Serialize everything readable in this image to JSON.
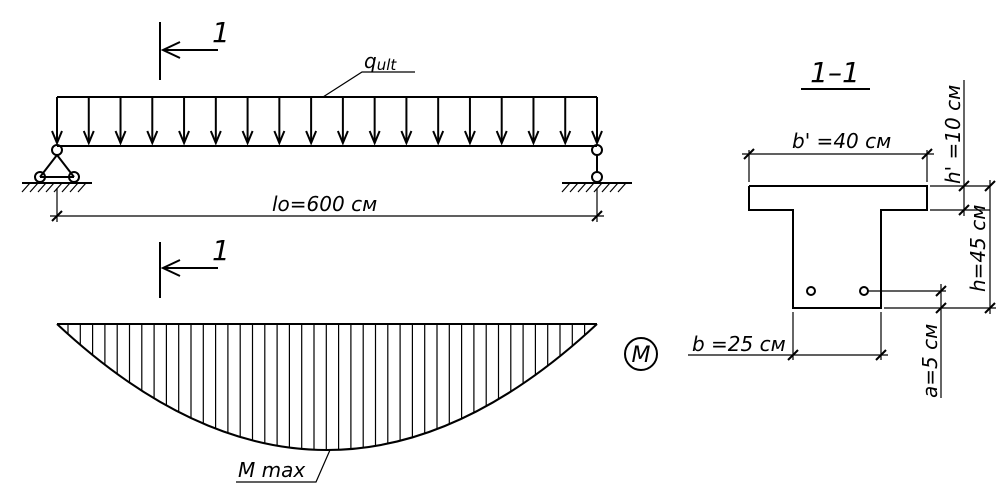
{
  "section_mark": "1",
  "load_label": "q",
  "load_sub": "ult",
  "span_label": "lo=600 см",
  "moment_symbol": "M",
  "moment_max_label": "M max",
  "section_title": "1–1",
  "flange_width_label": "b'",
  "flange_width_value": " =40 см",
  "flange_height_label": "h'",
  "flange_height_value": " =10 см",
  "height_label": "h=45 см",
  "web_width_label": "b  =25 см",
  "cover_label": "a=5 см"
}
